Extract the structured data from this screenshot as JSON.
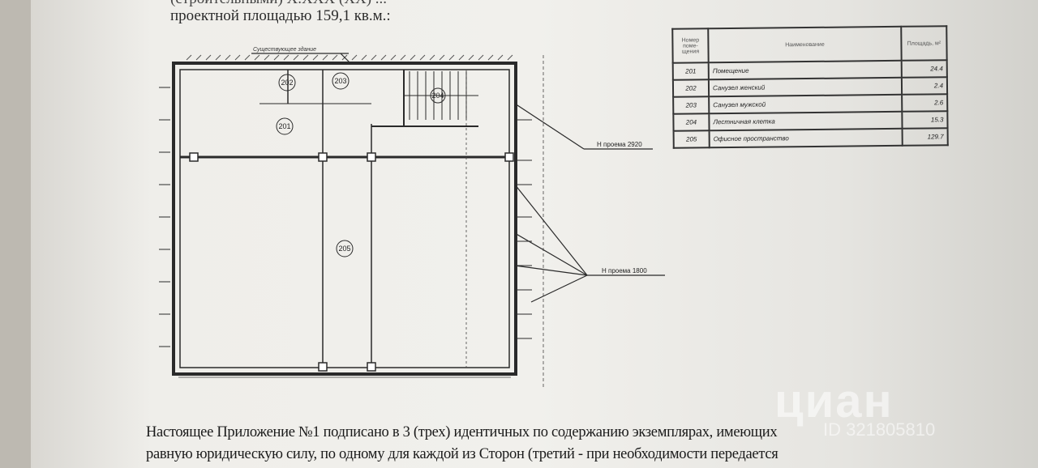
{
  "document": {
    "header_line1": "(строительными) Х.ХХХ (ХХ) ...",
    "header_line2": "проектной площадью 159,1 кв.м.:",
    "footer_line1": "Настоящее Приложение №1 подписано в 3 (трех) идентичных по содержанию экземплярах, имеющих",
    "footer_line2": "равную юридическую силу, по одному для каждой из Сторон (третий - при необходимости передается"
  },
  "plan": {
    "existing_building_label": "Существующее здание",
    "opening_label_1": "Н проема 2920",
    "opening_label_2": "Н проема 1800",
    "rooms": [
      "201",
      "202",
      "203",
      "204",
      "205"
    ]
  },
  "room_table": {
    "headers": [
      "Номер поме-щения",
      "Наименование",
      "Площадь, м²"
    ],
    "rows": [
      {
        "num": "201",
        "name": "Помещение",
        "area": "24.4"
      },
      {
        "num": "202",
        "name": "Санузел женский",
        "area": "2.4"
      },
      {
        "num": "203",
        "name": "Санузел мужской",
        "area": "2.6"
      },
      {
        "num": "204",
        "name": "Лестничная клетка",
        "area": "15.3"
      },
      {
        "num": "205",
        "name": "Офисное пространство",
        "area": "129.7"
      }
    ]
  },
  "watermark": {
    "brand": "циан",
    "id": "ID 321805810"
  }
}
